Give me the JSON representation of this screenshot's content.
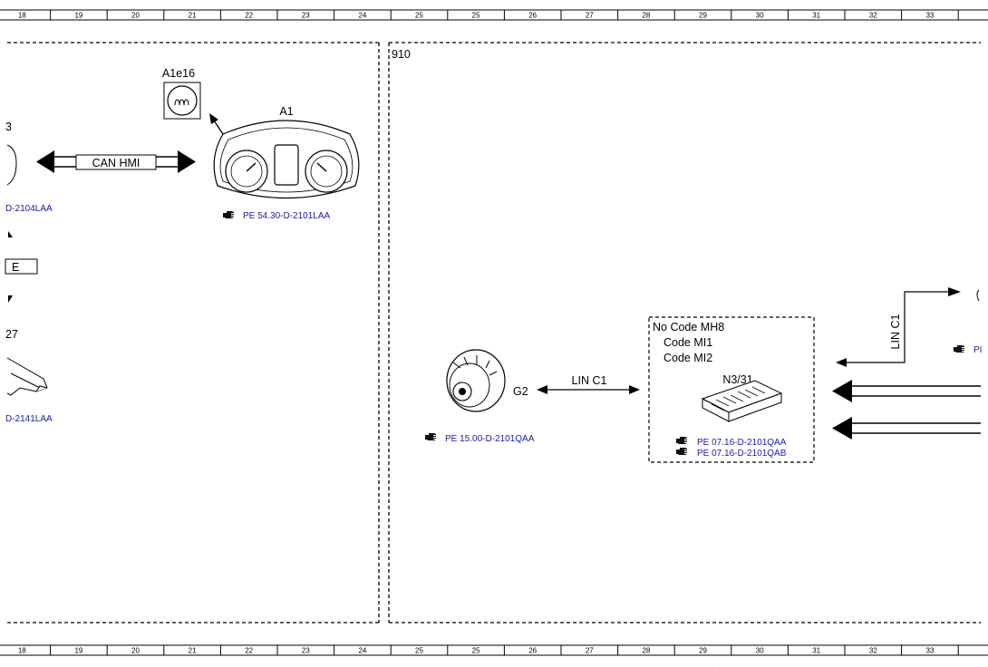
{
  "ruler": {
    "top": [
      "18",
      "19",
      "20",
      "21",
      "22",
      "23",
      "24",
      "25",
      "25",
      "26",
      "27",
      "28",
      "29",
      "30",
      "31",
      "32",
      "33"
    ],
    "bottom": [
      "18",
      "19",
      "20",
      "21",
      "22",
      "23",
      "24",
      "25",
      "25",
      "26",
      "27",
      "28",
      "29",
      "30",
      "31",
      "32",
      "33"
    ]
  },
  "left_panel": {
    "partial_label_top": "3",
    "partial_ref_top": "D-2104LAA",
    "partial_box_text": "E",
    "partial_label_mid": "27",
    "partial_ref_bottom": "D-2141LAA"
  },
  "bus_can_hmi": "CAN HMI",
  "lamp": {
    "label": "A1e16"
  },
  "cluster": {
    "label": "A1",
    "ref": "PE 54.30-D-2101LAA"
  },
  "area_number": "910",
  "alternator": {
    "label": "G2",
    "ref": "PE 15.00-D-2101QAA"
  },
  "bus_lin_c1_horizontal": "LIN C1",
  "bus_lin_c1_vertical": "LIN C1",
  "module_group": {
    "codes": [
      "No Code MH8",
      "Code MI1",
      "Code MI2"
    ],
    "label": "N3/31",
    "refs": [
      "PE 07.16-D-2101QAA",
      "PE 07.16-D-2101QAB"
    ]
  },
  "right_partial_ref": "PI"
}
